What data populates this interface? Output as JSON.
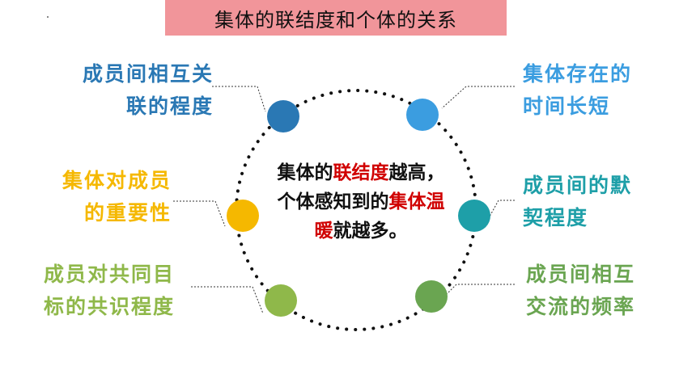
{
  "title": "集体的联结度和个体的关系",
  "center": {
    "p1": "集体的",
    "h1": "联结度",
    "p2": "越高，个体感知到的",
    "h2": "集体温暖",
    "p3": "就越多。"
  },
  "factors": {
    "top_left": {
      "line1": "成员间相互关",
      "line2": "联的程度",
      "color": "#2a78b4"
    },
    "top_right": {
      "line1": "集体存在的",
      "line2": "时间长短",
      "color": "#3b9de0"
    },
    "mid_left": {
      "line1": "集体对成员",
      "line2": "的重要性",
      "color": "#f5b800"
    },
    "mid_right": {
      "line1": "成员间的默",
      "line2": "契程度",
      "color": "#1e9fa8"
    },
    "bottom_left": {
      "line1": "成员对共同目",
      "line2": "标的共识程度",
      "color": "#8fb84a"
    },
    "bottom_right": {
      "line1": "成员间相互",
      "line2": "交流的频率",
      "color": "#6aa551"
    }
  }
}
